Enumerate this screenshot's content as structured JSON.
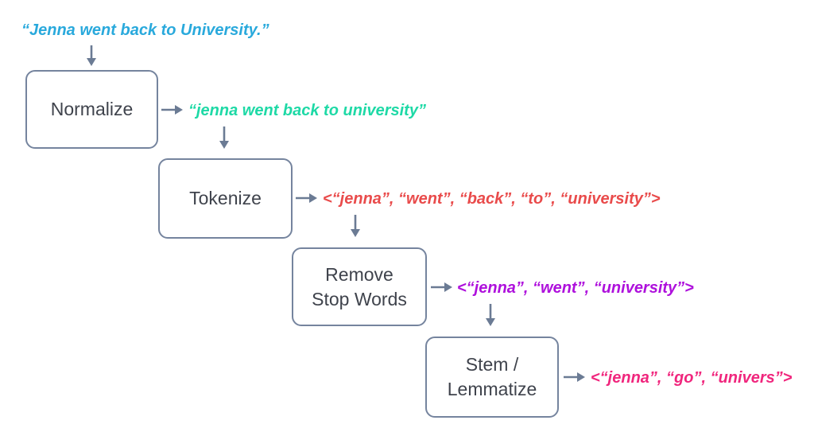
{
  "canvas": {
    "background": "#ffffff"
  },
  "pipeline": {
    "input": {
      "text": "“Jenna went back to University.”",
      "color": "#29a9dc"
    },
    "steps": [
      {
        "label": "Normalize",
        "output": "“jenna went back to university”",
        "output_color": "#1ed9a6"
      },
      {
        "label": "Tokenize",
        "output": "<“jenna”, “went”, “back”, “to”, “university”>",
        "output_color": "#e94b4b"
      },
      {
        "label": "Remove\nStop Words",
        "output": "<“jenna”, “went”, “university”>",
        "output_color": "#ae10dc"
      },
      {
        "label": "Stem /\nLemmatize",
        "output": "<“jenna”, “go”, “univers”>",
        "output_color": "#f0267d"
      }
    ],
    "style": {
      "box_border_color": "#75849e",
      "box_text_color": "#3f434c",
      "arrow_color": "#6b7b94"
    }
  }
}
